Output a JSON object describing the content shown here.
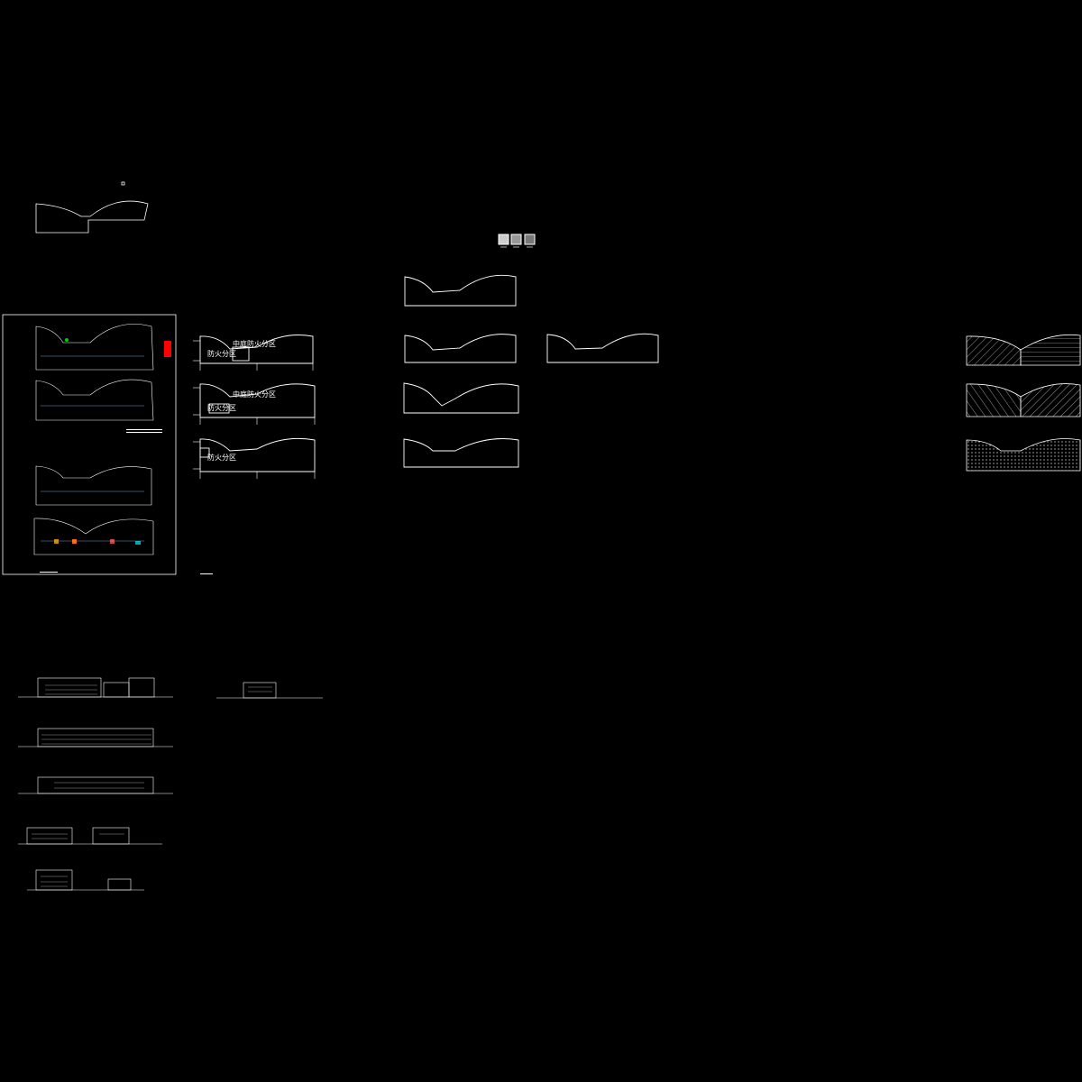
{
  "viewport": {
    "background": "#000000",
    "line_color": "#ffffff"
  },
  "legend_swatches": [
    "",
    "",
    ""
  ],
  "zone_labels": {
    "row1": {
      "a": "防火分区",
      "b": "中庭防火分区"
    },
    "row2": {
      "a": "防火分区",
      "b": "中庭防火分区"
    },
    "row3": {
      "a": "防火分区"
    }
  },
  "sheet_notes": {
    "note": ""
  }
}
